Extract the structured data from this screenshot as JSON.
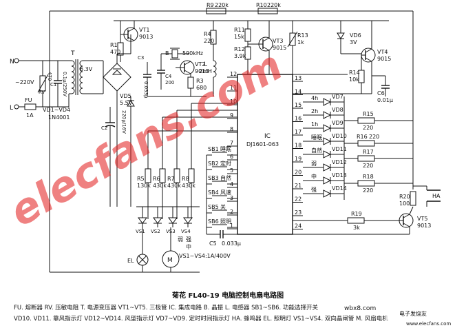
{
  "mains": {
    "n": "N",
    "l": "L",
    "voltage": "~220V",
    "fuse": "FU",
    "fuse_rating": "1A"
  },
  "rv": {
    "label": "RV",
    "value": "470"
  },
  "c1": {
    "label": "C1",
    "value": "0.1μ/250V"
  },
  "transformer": {
    "label": "T",
    "voltage": "6.3V"
  },
  "bridge": {
    "label": "VD1~VD4",
    "part": "1N4001"
  },
  "c2": {
    "label": "C2",
    "value": "220μ/16V"
  },
  "vd5": {
    "label": "VD5",
    "value": "5.5V"
  },
  "c3": {
    "label": "C3",
    "value": "0.033μ"
  },
  "vt1": {
    "label": "VT1",
    "part": "9013"
  },
  "r1": {
    "label": "R1",
    "value": "470"
  },
  "r9": {
    "label": "R9",
    "value": "220k"
  },
  "r10": {
    "label": "R10",
    "value": "220k"
  },
  "crystal": {
    "label": "B",
    "freq": "590kHz"
  },
  "c4": {
    "label": "C4",
    "value": "200"
  },
  "vt2": {
    "label": "VT2",
    "part": "9013"
  },
  "r3": {
    "label": "R3",
    "value": "680"
  },
  "r4": {
    "label": "R4",
    "value": "220"
  },
  "l": {
    "label": "L",
    "value": "2mH"
  },
  "r11": {
    "label": "R11",
    "value": "15k"
  },
  "r12": {
    "label": "R12",
    "value": "3.9k"
  },
  "vt3": {
    "label": "VT3",
    "part": "9015"
  },
  "r13": {
    "label": "R13",
    "value": "1k"
  },
  "vd6": {
    "label": "VD6",
    "value": "3V"
  },
  "vt4": {
    "label": "VT4",
    "part": "9015"
  },
  "r14": {
    "label": "R14",
    "value": "10k"
  },
  "c6": {
    "label": "C6",
    "value": "0.01μ"
  },
  "ic": {
    "label": "IC",
    "part": "DJ1601-063"
  },
  "pins_left": [
    "12",
    "11",
    "10",
    "9",
    "8",
    "7",
    "6",
    "5",
    "4",
    "3",
    "2",
    "1"
  ],
  "pins_right": [
    "13",
    "14",
    "15",
    "16",
    "17",
    "18",
    "19",
    "20",
    "21",
    "22",
    "23",
    "24"
  ],
  "led_labels": [
    "4h",
    "2h",
    "1h",
    "睡眠",
    "自然",
    "弱",
    "中",
    "强"
  ],
  "led_names": [
    "VD7",
    "VD8",
    "VD9",
    "VD10",
    "VD11",
    "VD12",
    "VD13",
    "VD14"
  ],
  "r15": {
    "label": "R15",
    "value": "220"
  },
  "r16": {
    "label": "R16",
    "value": "220"
  },
  "r17": {
    "label": "R17",
    "value": "220"
  },
  "r18": {
    "label": "R18",
    "value": "220"
  },
  "switches": [
    {
      "label": "SB1",
      "text": "睡眠"
    },
    {
      "label": "SB2",
      "text": "定时"
    },
    {
      "label": "SB3",
      "text": "自然"
    },
    {
      "label": "SB4",
      "text": "风速"
    },
    {
      "label": "SB5",
      "text": "关"
    },
    {
      "label": "SB6",
      "text": "照明"
    }
  ],
  "r5": {
    "label": "R5",
    "value": "130k"
  },
  "r6": {
    "label": "R6",
    "value": "430k"
  },
  "r7": {
    "label": "R7",
    "value": "430k"
  },
  "r8": {
    "label": "R8",
    "value": "430k"
  },
  "triacs": [
    "VS1",
    "VS2",
    "VS3",
    "VS4"
  ],
  "speeds": [
    "强",
    "中",
    "弱"
  ],
  "c5": {
    "label": "C5",
    "value": "0.033μ"
  },
  "lamp": {
    "label": "EL"
  },
  "motor": {
    "label": "M"
  },
  "triac_rating": "VS1~VS4:1A/400V",
  "r19": {
    "label": "R19",
    "value": "3k"
  },
  "r20": {
    "label": "R20",
    "value": "100"
  },
  "ha": {
    "label": "HA"
  },
  "vt5": {
    "label": "VT5",
    "part": "9013"
  },
  "title": "菊花 FL40-19 电脑控制电扇电路图",
  "legend_line1": "FU. 熔断器   RV. 压敏电阻   T. 电源变压器   VT1~VT5. 三极管   IC. 集成电路   B. 晶振   L. 电感器   SB1~SB6. 功能选择开关",
  "legend_line2": "VD10. VD11. 靠风指示灯   VD12~VD14. 风型指示灯   VD7~VD9. 定时时间指示灯   HA. 蜂鸣器   EL. 照明灯   VS1~VS4. 双向晶闸管   M. 风扇电机",
  "watermark": "elecfans.com",
  "corner_wm": "wbx8.com",
  "corner_wm2": "电子发烧友",
  "corner_wm3": "www.elecfans.com",
  "colors": {
    "ink": "#111111",
    "watermark": "#e21b1b"
  }
}
